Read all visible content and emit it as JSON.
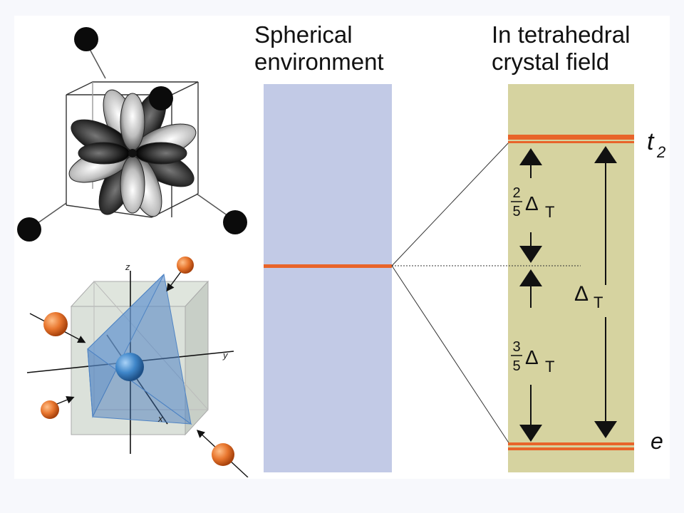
{
  "headings": {
    "spherical": "Spherical\nenvironment",
    "tetrahedral": "In tetrahedral\ncrystal field"
  },
  "levels": {
    "upper": "t",
    "upper_sub": "2",
    "lower": "e"
  },
  "splitting": {
    "upper_num": "2",
    "upper_den": "5",
    "lower_num": "3",
    "lower_den": "5",
    "delta": "Δ",
    "delta_sub": "T"
  },
  "axes": {
    "x": "x",
    "y": "y",
    "z": "z"
  },
  "colors": {
    "spherical_column": "#c2cae6",
    "tetrahedral_column": "#d6d3a0",
    "energy_level": "#e8642a",
    "ligand_sphere": "#e8762e",
    "metal_sphere": "#3f86c9",
    "tetrahedron": "#4f84c4"
  },
  "icons": [
    "d-orbital-lobes",
    "ligand-sphere",
    "metal-sphere",
    "tetrahedron",
    "arrow"
  ]
}
